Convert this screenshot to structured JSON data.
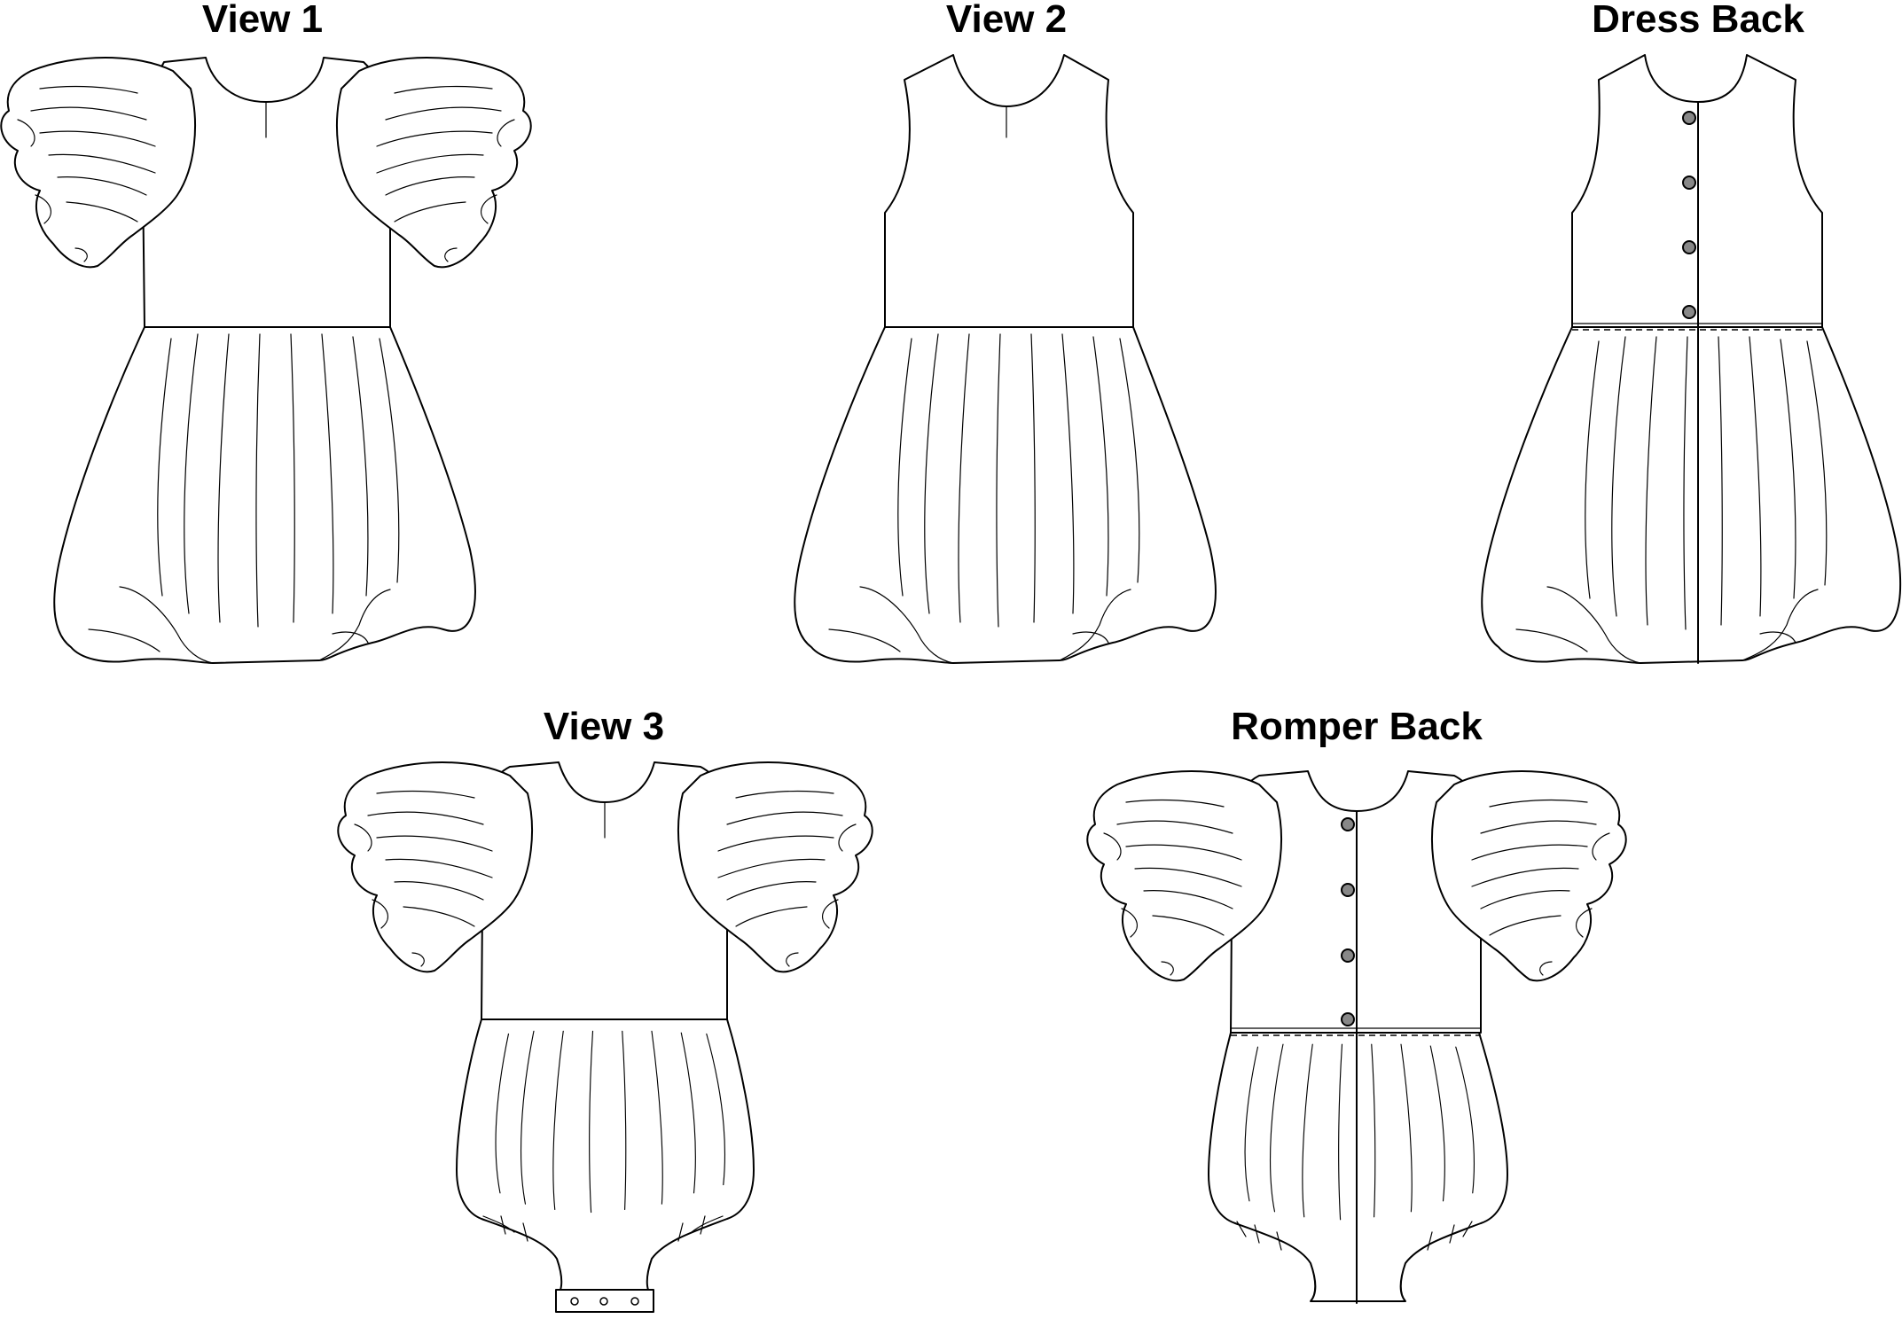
{
  "titles": {
    "view1": "View 1",
    "view2": "View 2",
    "dress_back": "Dress Back",
    "view3": "View 3",
    "romper_back": "Romper Back"
  }
}
